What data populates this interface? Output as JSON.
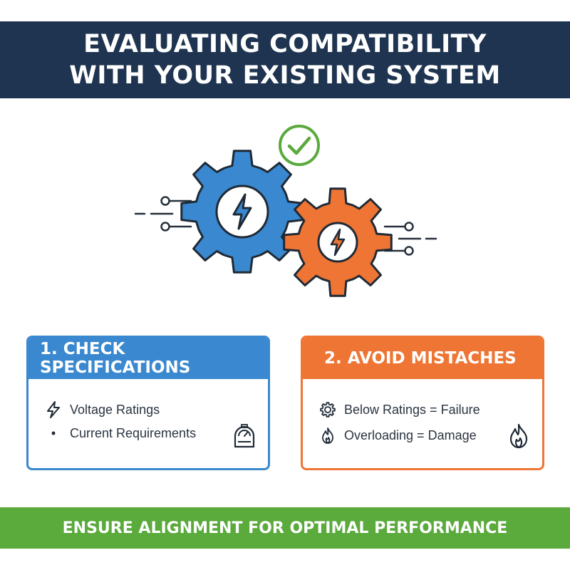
{
  "header": {
    "line1": "EVALUATING COMPATIBILITY",
    "line2": "WITH YOUR EXISTING SYSTEM"
  },
  "illustration": {
    "icons": [
      "check-circle-icon",
      "blue-gear-icon",
      "orange-gear-icon",
      "lightning-bolt-icon",
      "connector-lines-icon"
    ]
  },
  "cards": {
    "check": {
      "title": "1. CHECK SPECIFICATIONS",
      "items": [
        {
          "icon": "lightning-bolt-icon",
          "label": "Voltage Ratings"
        },
        {
          "icon": "bullet",
          "label": "Current Requirements"
        }
      ],
      "side_icon": "gauge-meter-icon"
    },
    "avoid": {
      "title": "2. AVOID MISTACHES",
      "items": [
        {
          "icon": "gear-icon",
          "label": "Below Ratings = Failure"
        },
        {
          "icon": "flame-icon",
          "label": "Overloading = Damage"
        }
      ],
      "side_icon": "flame-icon"
    }
  },
  "footer": {
    "text": "ENSURE ALIGNMENT FOR OPTIMAL PERFORMANCE"
  },
  "colors": {
    "navy": "#1f3450",
    "blue": "#3a88cf",
    "orange": "#ee7534",
    "green": "#5aaa3c"
  }
}
